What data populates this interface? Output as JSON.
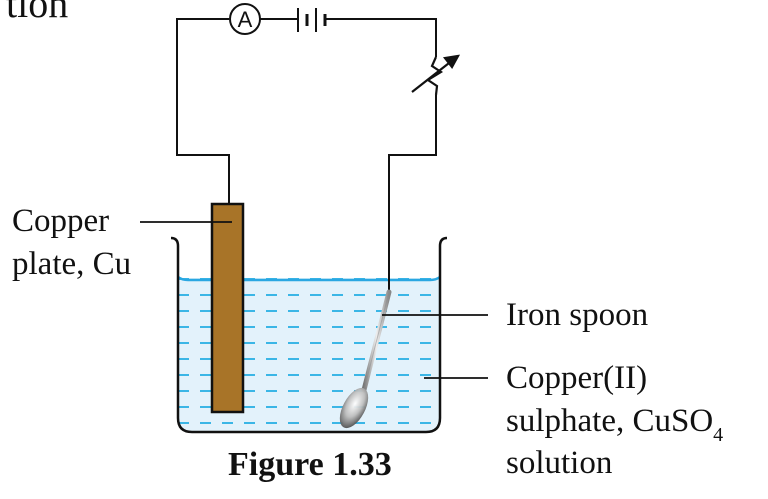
{
  "partial_heading": "tion",
  "circuit": {
    "ammeter_symbol": "A",
    "components": [
      "ammeter-icon",
      "battery-icon",
      "rheostat-icon"
    ]
  },
  "labels": {
    "copper_plate_line1": "Copper",
    "copper_plate_line2": "plate, Cu",
    "iron_spoon": "Iron spoon",
    "solution_line1": "Copper(II)",
    "solution_line2_prefix": "sulphate, CuSO",
    "solution_line2_subscript": "4",
    "solution_line3": "solution"
  },
  "caption": "Figure 1.33",
  "colors": {
    "copper_plate": "#a87428",
    "solution_fill": "#e3f2fb",
    "solution_dash": "#3bb6e6",
    "solution_surface": "#2aa7e2",
    "wire": "#111111"
  }
}
